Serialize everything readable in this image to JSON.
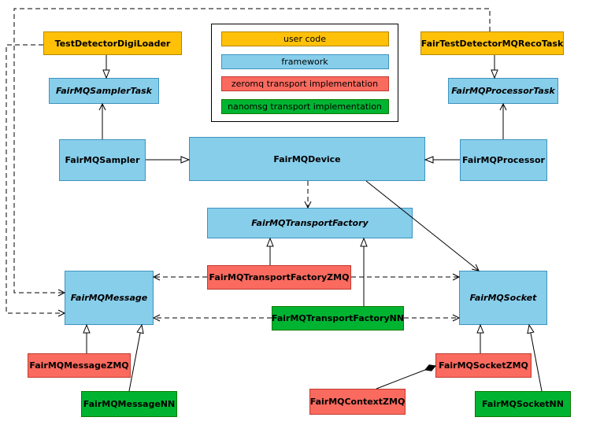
{
  "legend": {
    "items": [
      {
        "label": "user code",
        "color": "#FFC107"
      },
      {
        "label": "framework",
        "color": "#87CEEB"
      },
      {
        "label": "zeromq transport implementation",
        "color": "#FA6A5F"
      },
      {
        "label": "nanomsg transport implementation",
        "color": "#00B432"
      }
    ]
  },
  "nodes": [
    {
      "id": "TestDetectorDigiLoader",
      "label": "TestDetectorDigiLoader",
      "category": "user-code",
      "abstract": false
    },
    {
      "id": "FairTestDetectorMQRecoTask",
      "label": "FairTestDetectorMQRecoTask",
      "category": "user-code",
      "abstract": false
    },
    {
      "id": "FairMQSamplerTask",
      "label": "FairMQSamplerTask",
      "category": "framework",
      "abstract": true
    },
    {
      "id": "FairMQProcessorTask",
      "label": "FairMQProcessorTask",
      "category": "framework",
      "abstract": true
    },
    {
      "id": "FairMQSampler",
      "label": "FairMQSampler",
      "category": "framework",
      "abstract": false
    },
    {
      "id": "FairMQDevice",
      "label": "FairMQDevice",
      "category": "framework",
      "abstract": false
    },
    {
      "id": "FairMQProcessor",
      "label": "FairMQProcessor",
      "category": "framework",
      "abstract": false
    },
    {
      "id": "FairMQTransportFactory",
      "label": "FairMQTransportFactory",
      "category": "framework",
      "abstract": true
    },
    {
      "id": "FairMQTransportFactoryZMQ",
      "label": "FairMQTransportFactoryZMQ",
      "category": "zeromq",
      "abstract": false
    },
    {
      "id": "FairMQTransportFactoryNN",
      "label": "FairMQTransportFactoryNN",
      "category": "nanomsg",
      "abstract": false
    },
    {
      "id": "FairMQMessage",
      "label": "FairMQMessage",
      "category": "framework",
      "abstract": true
    },
    {
      "id": "FairMQSocket",
      "label": "FairMQSocket",
      "category": "framework",
      "abstract": true
    },
    {
      "id": "FairMQMessageZMQ",
      "label": "FairMQMessageZMQ",
      "category": "zeromq",
      "abstract": false
    },
    {
      "id": "FairMQMessageNN",
      "label": "FairMQMessageNN",
      "category": "nanomsg",
      "abstract": false
    },
    {
      "id": "FairMQSocketZMQ",
      "label": "FairMQSocketZMQ",
      "category": "zeromq",
      "abstract": false
    },
    {
      "id": "FairMQContextZMQ",
      "label": "FairMQContextZMQ",
      "category": "zeromq",
      "abstract": false
    },
    {
      "id": "FairMQSocketNN",
      "label": "FairMQSocketNN",
      "category": "nanomsg",
      "abstract": false
    }
  ],
  "edges": [
    {
      "from": "TestDetectorDigiLoader",
      "to": "FairMQSamplerTask",
      "type": "inheritance"
    },
    {
      "from": "FairTestDetectorMQRecoTask",
      "to": "FairMQProcessorTask",
      "type": "inheritance"
    },
    {
      "from": "FairMQSampler",
      "to": "FairMQSamplerTask",
      "type": "association"
    },
    {
      "from": "FairMQProcessor",
      "to": "FairMQProcessorTask",
      "type": "association"
    },
    {
      "from": "FairMQSampler",
      "to": "FairMQDevice",
      "type": "inheritance"
    },
    {
      "from": "FairMQProcessor",
      "to": "FairMQDevice",
      "type": "inheritance"
    },
    {
      "from": "FairMQDevice",
      "to": "FairMQTransportFactory",
      "type": "dependency"
    },
    {
      "from": "FairMQDevice",
      "to": "FairMQSocket",
      "type": "association"
    },
    {
      "from": "FairMQTransportFactoryZMQ",
      "to": "FairMQTransportFactory",
      "type": "inheritance"
    },
    {
      "from": "FairMQTransportFactoryNN",
      "to": "FairMQTransportFactory",
      "type": "inheritance"
    },
    {
      "from": "FairMQTransportFactoryZMQ",
      "to": "FairMQMessage",
      "type": "dependency"
    },
    {
      "from": "FairMQTransportFactoryZMQ",
      "to": "FairMQSocket",
      "type": "dependency"
    },
    {
      "from": "FairMQTransportFactoryNN",
      "to": "FairMQMessage",
      "type": "dependency"
    },
    {
      "from": "FairMQTransportFactoryNN",
      "to": "FairMQSocket",
      "type": "dependency"
    },
    {
      "from": "TestDetectorDigiLoader",
      "to": "FairMQMessage",
      "type": "dependency"
    },
    {
      "from": "FairTestDetectorMQRecoTask",
      "to": "FairMQMessage",
      "type": "dependency"
    },
    {
      "from": "FairMQMessageZMQ",
      "to": "FairMQMessage",
      "type": "inheritance"
    },
    {
      "from": "FairMQMessageNN",
      "to": "FairMQMessage",
      "type": "inheritance"
    },
    {
      "from": "FairMQSocketZMQ",
      "to": "FairMQSocket",
      "type": "inheritance"
    },
    {
      "from": "FairMQSocketNN",
      "to": "FairMQSocket",
      "type": "inheritance"
    },
    {
      "from": "FairMQContextZMQ",
      "to": "FairMQSocketZMQ",
      "type": "composition"
    }
  ]
}
